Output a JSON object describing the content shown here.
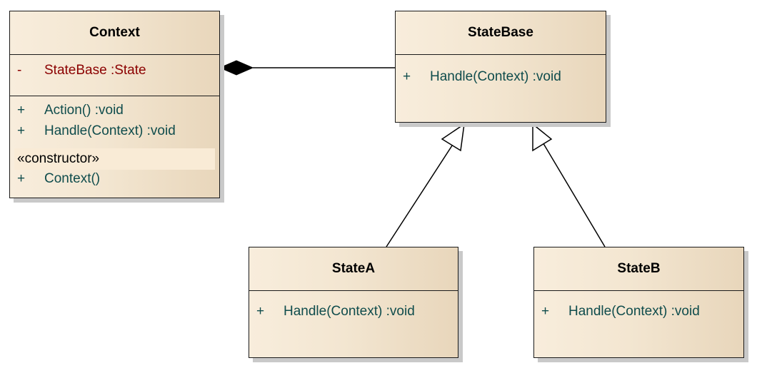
{
  "classes": {
    "context": {
      "name": "Context",
      "attributes": [
        {
          "visibility": "-",
          "signature": "StateBase  :State"
        }
      ],
      "operations": [
        {
          "visibility": "+",
          "signature": "Action()  :void"
        },
        {
          "visibility": "+",
          "signature": "Handle(Context)  :void"
        }
      ],
      "stereotype": "«constructor»",
      "constructors": [
        {
          "visibility": "+",
          "signature": "Context()"
        }
      ]
    },
    "statebase": {
      "name": "StateBase",
      "operations": [
        {
          "visibility": "+",
          "signature": "Handle(Context)  :void"
        }
      ]
    },
    "statea": {
      "name": "StateA",
      "operations": [
        {
          "visibility": "+",
          "signature": "Handle(Context)  :void"
        }
      ]
    },
    "stateb": {
      "name": "StateB",
      "operations": [
        {
          "visibility": "+",
          "signature": "Handle(Context)  :void"
        }
      ]
    }
  },
  "relationships": [
    {
      "type": "composition",
      "whole": "Context",
      "part": "StateBase"
    },
    {
      "type": "generalization",
      "child": "StateA",
      "parent": "StateBase"
    },
    {
      "type": "generalization",
      "child": "StateB",
      "parent": "StateBase"
    }
  ],
  "colors": {
    "fill_light": "#f8eddc",
    "fill_dark": "#e8d6bb",
    "border": "#1a1a1a",
    "member_text": "#0f4c4c",
    "private_member_text": "#8b0000",
    "shadow": "#c9c9c9"
  }
}
